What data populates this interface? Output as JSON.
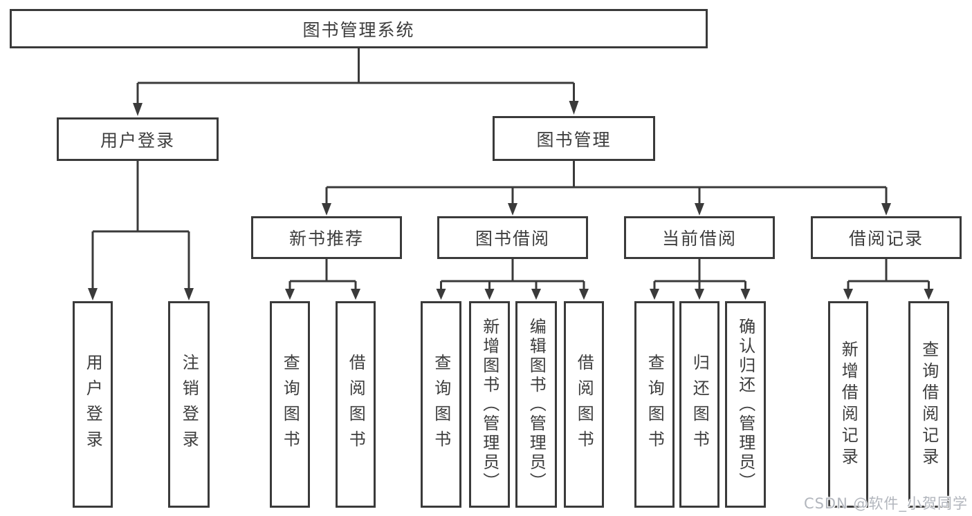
{
  "tree": {
    "root": {
      "label": "图书管理系统"
    },
    "branches": [
      {
        "label": "用户登录",
        "children": [
          {
            "label": "用户登录"
          },
          {
            "label": "注销登录"
          }
        ]
      },
      {
        "label": "图书管理",
        "children": [
          {
            "label": "新书推荐",
            "children": [
              {
                "label": "查询图书"
              },
              {
                "label": "借阅图书"
              }
            ]
          },
          {
            "label": "图书借阅",
            "children": [
              {
                "label": "查询图书"
              },
              {
                "label": "新增图书（管理员）"
              },
              {
                "label": "编辑图书（管理员）"
              },
              {
                "label": "借阅图书"
              }
            ]
          },
          {
            "label": "当前借阅",
            "children": [
              {
                "label": "查询图书"
              },
              {
                "label": "归还图书"
              },
              {
                "label": "确认归还（管理员）"
              }
            ]
          },
          {
            "label": "借阅记录",
            "children": [
              {
                "label": "新增借阅记录"
              },
              {
                "label": "查询借阅记录"
              }
            ]
          }
        ]
      }
    ]
  },
  "watermark": {
    "text": "CSDN @软件_小贺同学"
  },
  "colors": {
    "line": "#3a3a3a",
    "text": "#3d3d3d",
    "watermark": "#b2b6bd",
    "background": "#ffffff"
  }
}
